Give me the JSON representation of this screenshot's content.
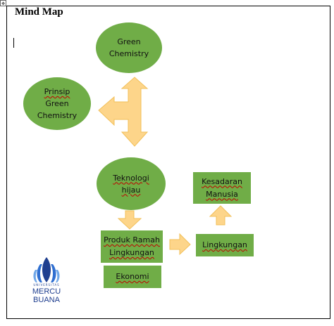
{
  "page": {
    "title": "Mind Map"
  },
  "nodes": {
    "green_chemistry": [
      "Green",
      "Chemistry"
    ],
    "prinsip": [
      "Prinsip",
      "Green",
      "Chemistry"
    ],
    "teknologi": [
      "Teknologi",
      "hijau"
    ],
    "produk": [
      "Produk Ramah",
      "Lingkungan"
    ],
    "ekonomi": "Ekonomi",
    "lingkungan": "Lingkungan",
    "kesadaran": [
      "Kesadaran",
      "Manusia"
    ]
  },
  "logo": {
    "university_line": "UNIVERSITAS",
    "name": "MERCU BUANA"
  },
  "colors": {
    "node_fill": "#70ad47",
    "arrow_fill": "#fdd58a",
    "spell_underline": "#c00000",
    "logo_blue": "#1f3f8f"
  },
  "icons": {
    "move_handle": "four-way-move-icon"
  }
}
